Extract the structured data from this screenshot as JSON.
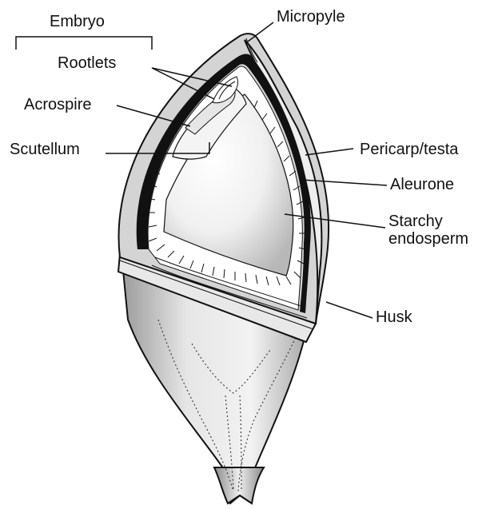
{
  "labels": {
    "embryo": "Embryo",
    "micropyle": "Micropyle",
    "rootlets": "Rootlets",
    "acrospire": "Acrospire",
    "scutellum": "Scutellum",
    "pericarp_testa": "Pericarp/testa",
    "aleurone": "Aleurone",
    "starchy_endosperm": "Starchy endosperm",
    "husk": "Husk"
  },
  "colors": {
    "husk_fill": "#d9d9d9",
    "pericarp": "#111111",
    "aleurone_band": "#ffffff",
    "endosperm_light": "#ffffff",
    "endosperm_dark": "#bdbdbd",
    "outline": "#111111"
  }
}
